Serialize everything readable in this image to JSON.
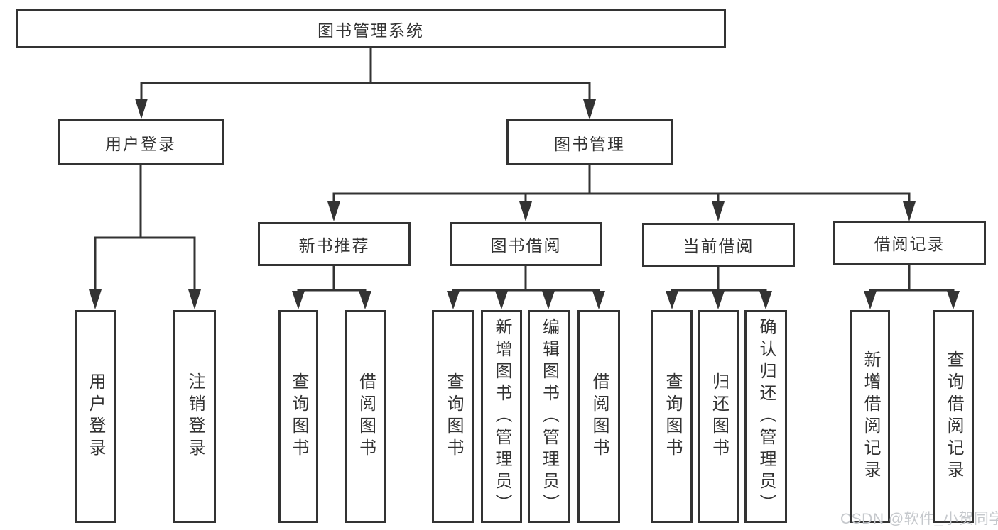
{
  "diagram": {
    "root": {
      "label": "图书管理系统"
    },
    "level2": {
      "user_login": {
        "label": "用户登录"
      },
      "book_mgmt": {
        "label": "图书管理"
      }
    },
    "level3": {
      "new_book_rec": {
        "label": "新书推荐"
      },
      "book_borrow": {
        "label": "图书借阅"
      },
      "current_borrow": {
        "label": "当前借阅"
      },
      "borrow_records": {
        "label": "借阅记录"
      }
    },
    "leaves": {
      "user_login": {
        "label": "用户登录"
      },
      "logout": {
        "label": "注销登录"
      },
      "nb_query": {
        "label": "查询图书"
      },
      "nb_borrow": {
        "label": "借阅图书"
      },
      "bb_query": {
        "label": "查询图书"
      },
      "bb_add": {
        "label": "新增图书（管理员）"
      },
      "bb_edit": {
        "label": "编辑图书（管理员）"
      },
      "bb_borrow": {
        "label": "借阅图书"
      },
      "cb_query": {
        "label": "查询图书"
      },
      "cb_return": {
        "label": "归还图书"
      },
      "cb_confirm": {
        "label": "确认归还（管理员）"
      },
      "br_add": {
        "label": "新增借阅记录"
      },
      "br_query": {
        "label": "查询借阅记录"
      }
    }
  },
  "watermark": {
    "text": "CSDN @软件_小贺同学"
  },
  "colors": {
    "line": "#333333",
    "text": "#333333",
    "watermark": "#c5c8cc",
    "background": "#ffffff"
  }
}
